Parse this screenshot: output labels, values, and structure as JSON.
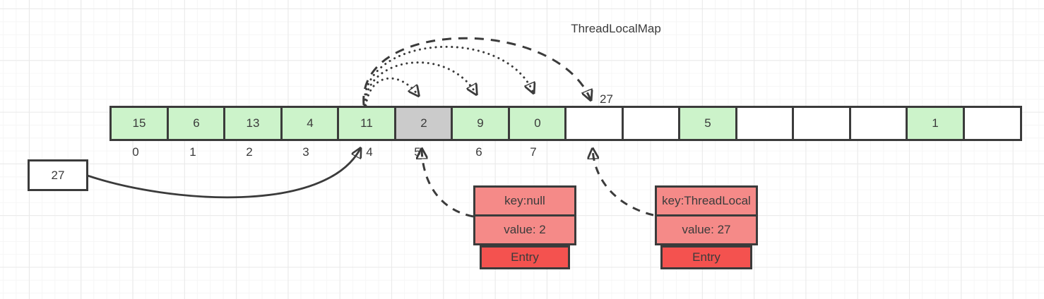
{
  "title": "ThreadLocalMap",
  "colors": {
    "stroke": "#3b3b3b",
    "cell_green": "#ccf3ca",
    "cell_gray": "#cbcbcb",
    "cell_white": "#ffffff",
    "entry_salmon": "#f58a88",
    "entry_red": "#f4524f"
  },
  "array": {
    "cells": [
      {
        "value": "15",
        "fill": "green"
      },
      {
        "value": "6",
        "fill": "green"
      },
      {
        "value": "13",
        "fill": "green"
      },
      {
        "value": "4",
        "fill": "green"
      },
      {
        "value": "11",
        "fill": "green"
      },
      {
        "value": "2",
        "fill": "gray"
      },
      {
        "value": "9",
        "fill": "green"
      },
      {
        "value": "0",
        "fill": "green"
      },
      {
        "value": "",
        "fill": "white"
      },
      {
        "value": "",
        "fill": "white"
      },
      {
        "value": "5",
        "fill": "green"
      },
      {
        "value": "",
        "fill": "white"
      },
      {
        "value": "",
        "fill": "white"
      },
      {
        "value": "",
        "fill": "white"
      },
      {
        "value": "1",
        "fill": "green"
      },
      {
        "value": "",
        "fill": "white"
      }
    ],
    "indices": [
      "0",
      "1",
      "2",
      "3",
      "4",
      "5",
      "6",
      "7"
    ]
  },
  "hash_box": {
    "label": "27"
  },
  "insert_pointer_label": "27",
  "entries": [
    {
      "key": "key:null",
      "value": "value: 2",
      "footer": "Entry"
    },
    {
      "key": "key:ThreadLocal",
      "value": "value: 27",
      "footer": "Entry"
    }
  ]
}
